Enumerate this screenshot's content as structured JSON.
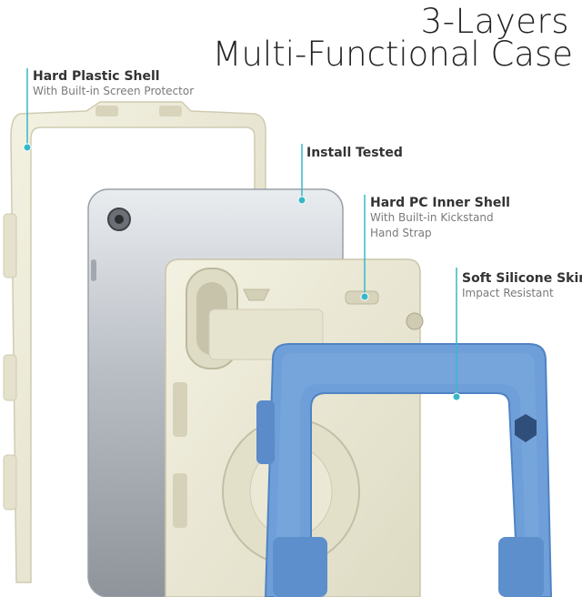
{
  "title": {
    "line1": "3-Layers",
    "line2": "Multi-Functional Case"
  },
  "callouts": [
    {
      "heading": "Hard Plastic Shell",
      "sub": [
        "With Built-in Screen Protector"
      ]
    },
    {
      "heading": "Install Tested",
      "sub": []
    },
    {
      "heading": "Hard PC Inner Shell",
      "sub": [
        "With Built-in Kickstand",
        "Hand Strap"
      ]
    },
    {
      "heading": "Soft Silicone Skin",
      "sub": [
        "Impact Resistant"
      ]
    }
  ],
  "colors": {
    "accent": "#36b8c8",
    "shell": "#ecead7",
    "silicone": "#6f9fd8",
    "tablet": "#c9cdd3"
  }
}
